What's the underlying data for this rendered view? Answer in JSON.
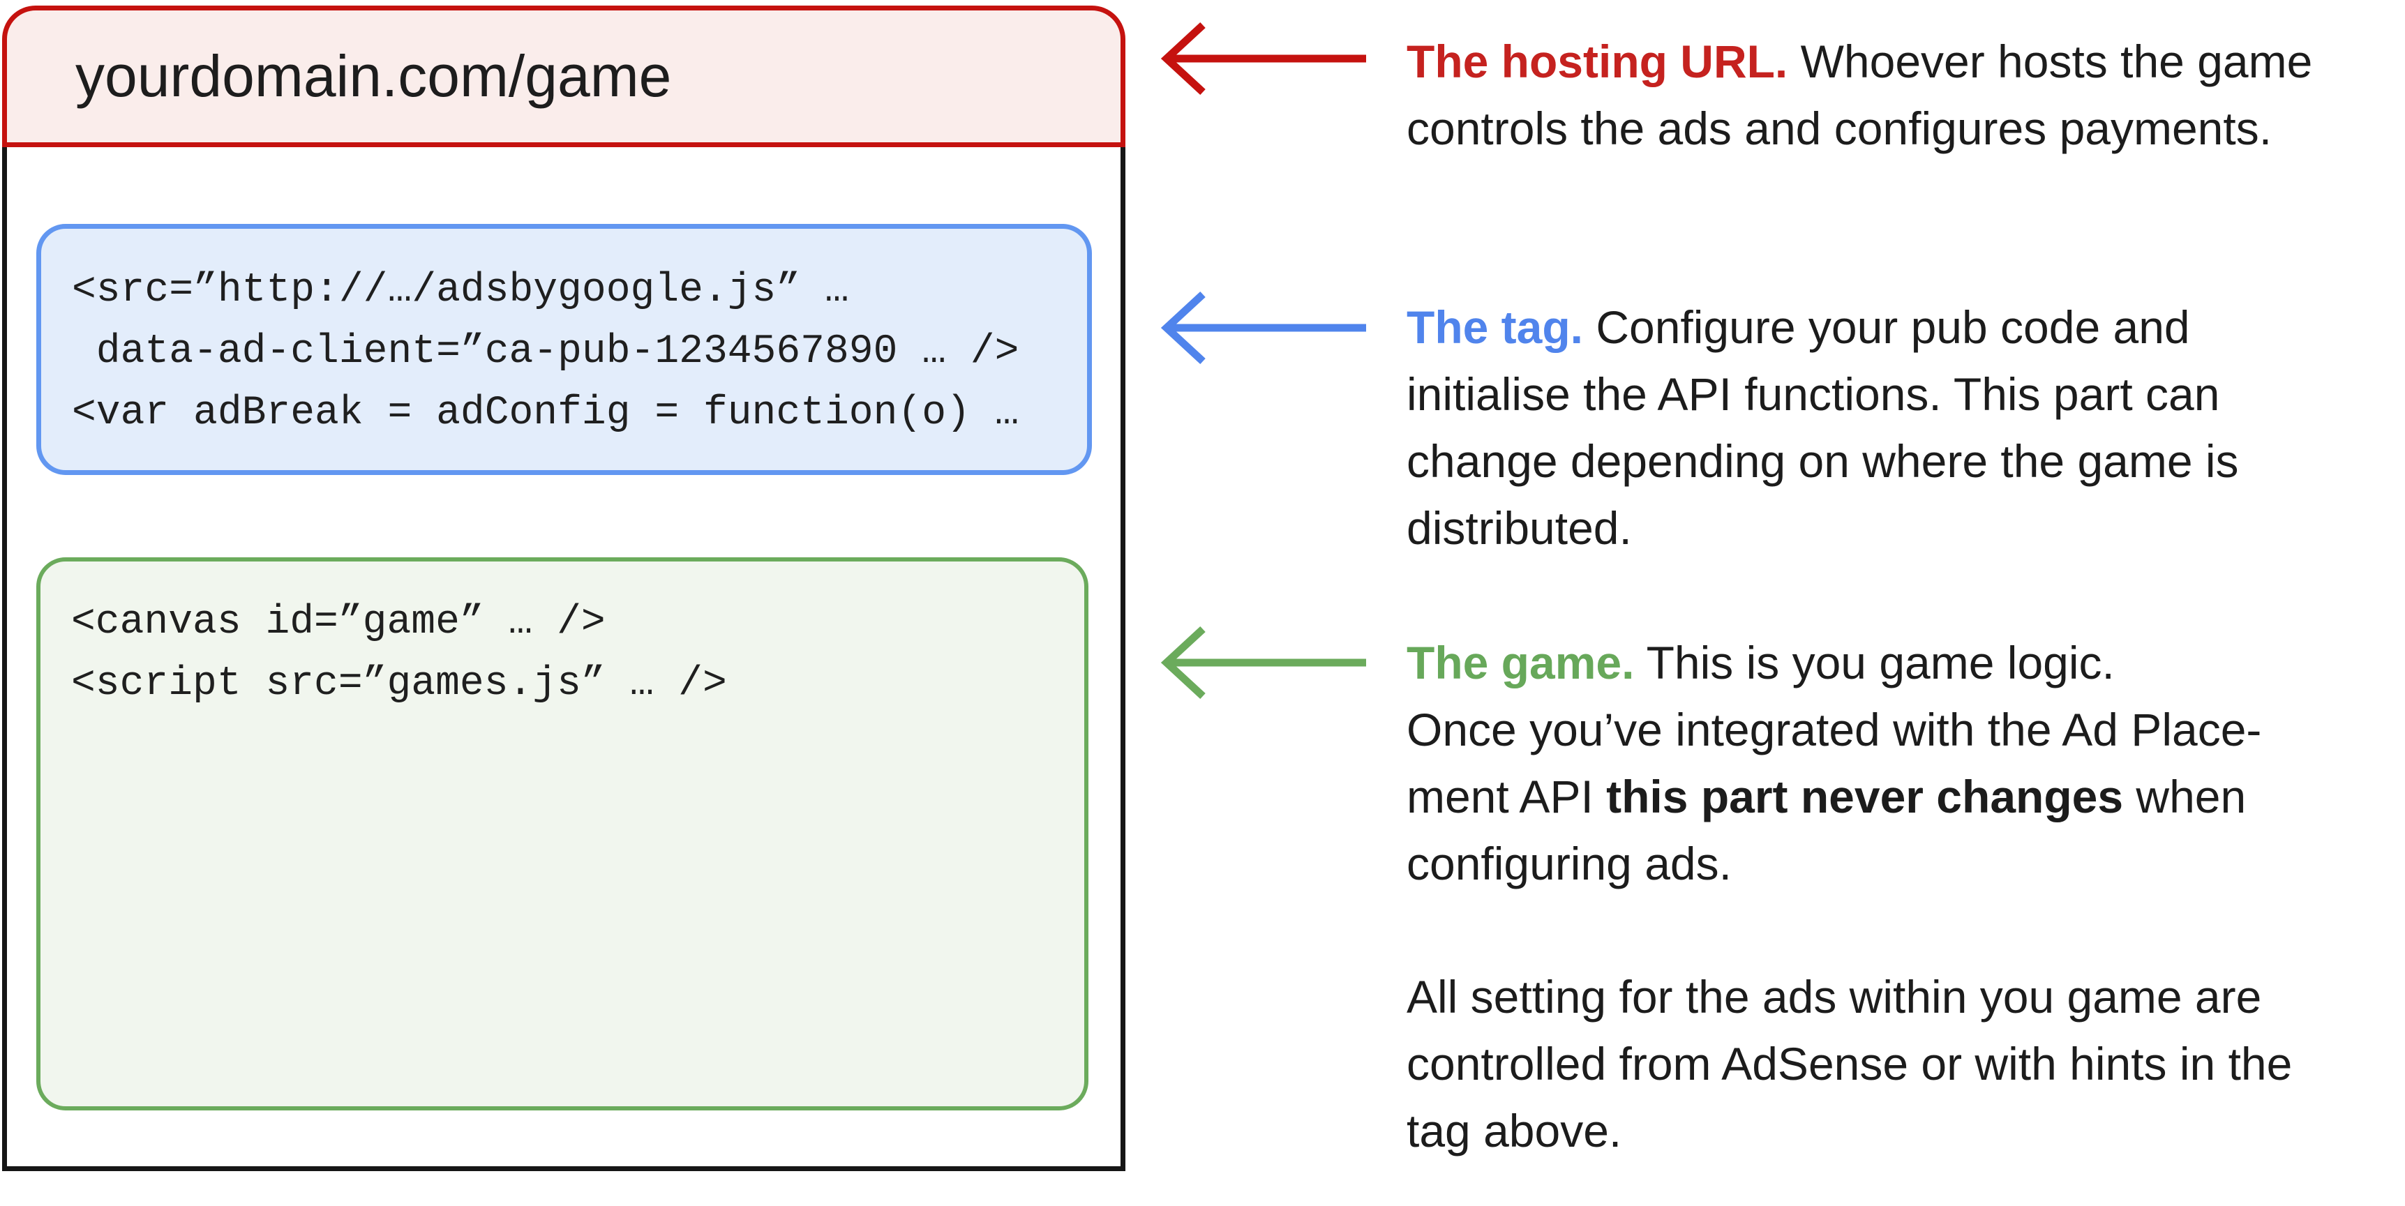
{
  "palette": {
    "red_border": "#C5120F",
    "red_bg": "#FAEDEB",
    "red_accent": "#C5221F",
    "blue_border": "#6297F1",
    "blue_bg": "#E3EDFB",
    "blue_accent": "#5084EC",
    "green_border": "#6BAB5C",
    "green_bg": "#F1F6EE",
    "green_accent": "#67A85A",
    "window_border": "#161616",
    "body_text": "#1C1C1C",
    "code_text": "#1F1F1F"
  },
  "browser": {
    "url": "yourdomain.com/game",
    "tag_box": {
      "lines": [
        "<src=”http://…/adsbygoogle.js” …",
        " data-ad-client=”ca-pub-1234567890 … />",
        "<var adBreak = adConfig = function(o) …"
      ]
    },
    "game_box": {
      "lines": [
        "<canvas id=”game” … />",
        "<script src=”games.js” … />"
      ]
    }
  },
  "annotations": [
    {
      "name": "hosting-url",
      "accent": "#C5221F",
      "segments": [
        {
          "t": "The hosting URL.",
          "s": "lead"
        },
        {
          "t": " Whoever hosts the game\ncontrols the ads and configures payments.",
          "s": "text"
        }
      ]
    },
    {
      "name": "tag",
      "accent": "#5084EC",
      "segments": [
        {
          "t": "The tag.",
          "s": "lead"
        },
        {
          "t": " Configure your pub code and\ninitialise the API functions. This part can\nchange depending on where the game is\ndistributed.",
          "s": "text"
        }
      ]
    },
    {
      "name": "game",
      "accent": "#67A85A",
      "segments": [
        {
          "t": "The game.",
          "s": "lead"
        },
        {
          "t": " This is you game logic.\nOnce you’ve integrated with the Ad Place-\nment API ",
          "s": "text"
        },
        {
          "t": "this part never changes",
          "s": "bold"
        },
        {
          "t": " when\nconfiguring ads.",
          "s": "text"
        }
      ]
    },
    {
      "name": "adsense-note",
      "accent": "#1C1C1C",
      "segments": [
        {
          "t": "All setting for the ads within you game are\ncontrolled from AdSense or with hints in the\ntag above.",
          "s": "text"
        }
      ]
    }
  ]
}
